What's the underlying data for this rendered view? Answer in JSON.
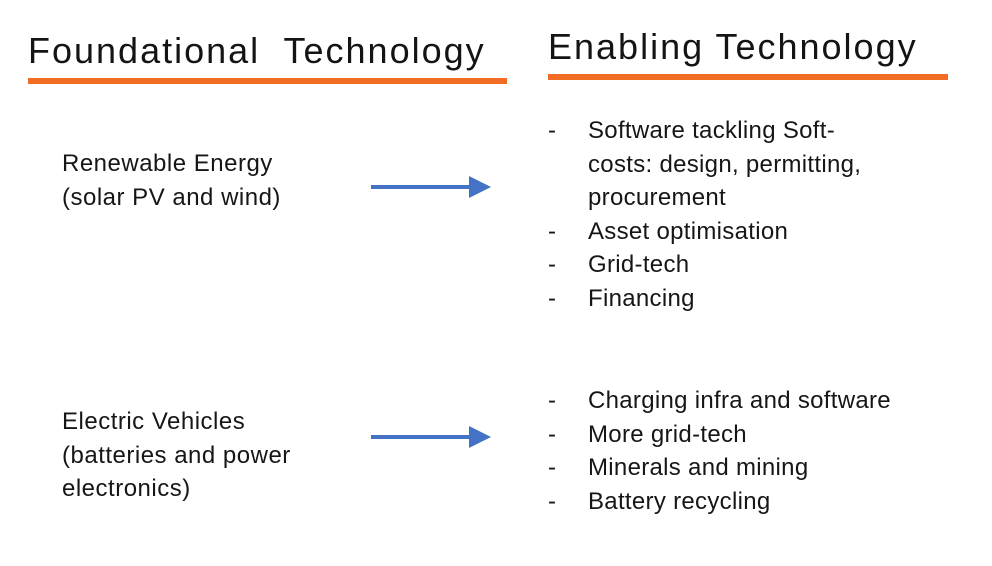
{
  "colors": {
    "underline_orange": "#F16D23",
    "arrow_blue": "#4472C4",
    "heading_text": "#141414",
    "body_text": "#161616"
  },
  "headers": {
    "left": {
      "title": "Foundational  Technology"
    },
    "right": {
      "title": "Enabling Technology"
    }
  },
  "bullets": {
    "glyph": "-"
  },
  "rows": [
    {
      "source": {
        "text": "Renewable Energy\n(solar PV and wind)"
      },
      "targets": [
        "Software tackling Soft-\ncosts: design, permitting,\nprocurement",
        "Asset optimisation",
        "Grid-tech",
        "Financing"
      ]
    },
    {
      "source": {
        "text": "Electric Vehicles\n(batteries and power\nelectronics)"
      },
      "targets": [
        "Charging infra and software",
        "More grid-tech",
        "Minerals and mining",
        "Battery recycling"
      ]
    }
  ]
}
